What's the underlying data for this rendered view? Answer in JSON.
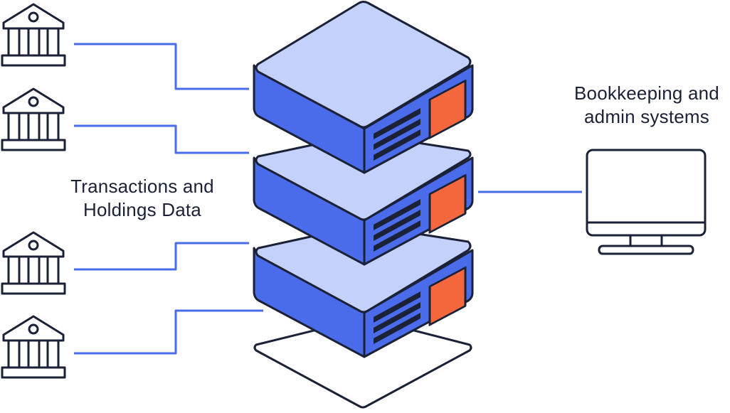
{
  "diagram": {
    "left_label": {
      "line1": "Transactions and",
      "line2": "Holdings Data"
    },
    "right_label": {
      "line1": "Bookkeeping and",
      "line2": "admin systems"
    },
    "sources": [
      {
        "name": "bank-1"
      },
      {
        "name": "bank-2"
      },
      {
        "name": "bank-3"
      },
      {
        "name": "bank-4"
      }
    ],
    "servers": [
      {
        "name": "server-top"
      },
      {
        "name": "server-middle"
      },
      {
        "name": "server-bottom"
      }
    ],
    "colors": {
      "outline": "#1b2136",
      "server_top": "#c4d1fb",
      "server_front": "#4a6bea",
      "server_accent": "#f5673d",
      "connector": "#4a6bea",
      "background": "#ffffff"
    }
  }
}
